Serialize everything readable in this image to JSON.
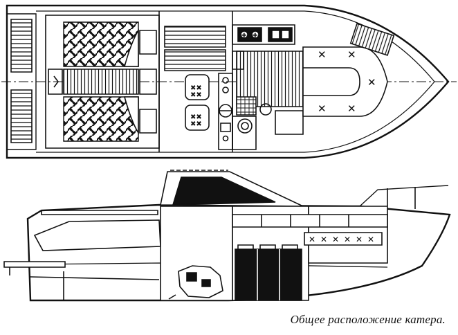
{
  "caption": "Общее расположение катера.",
  "colors": {
    "ink": "#111111",
    "paper": "#ffffff"
  },
  "views": [
    "plan-view",
    "side-elevation"
  ],
  "icons": [
    "stove-burner-icon",
    "sink-icon",
    "seat-x-marker-icon",
    "steering-wheel-icon"
  ]
}
